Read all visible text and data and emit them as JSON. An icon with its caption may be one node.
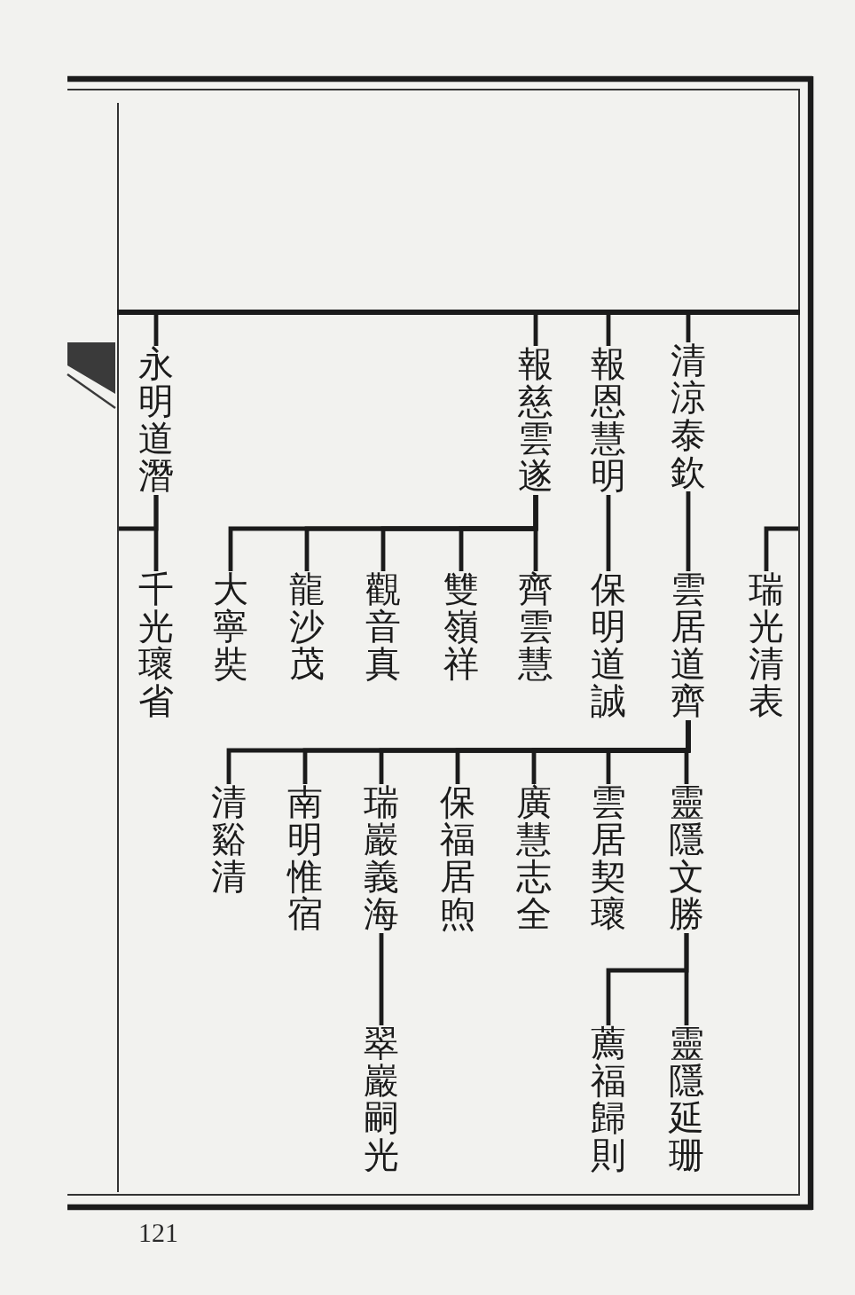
{
  "diagram": {
    "nodes": [
      {
        "text": [
          "清涼泰欽"
        ]
      },
      {
        "text": [
          "報恩慧明"
        ]
      },
      {
        "text": [
          "報慈雲遂"
        ]
      },
      {
        "text": [
          "永明道潛"
        ]
      },
      {
        "text": [
          "瑞光清表"
        ]
      },
      {
        "text": [
          "雲居道齊"
        ]
      },
      {
        "text": [
          "保明道誠"
        ]
      },
      {
        "text": [
          "齊雲慧"
        ]
      },
      {
        "text": [
          "雙嶺祥"
        ]
      },
      {
        "text": [
          "觀音真"
        ]
      },
      {
        "text": [
          "龍沙茂"
        ]
      },
      {
        "text": [
          "大寧奘"
        ]
      },
      {
        "text": [
          "千光瓌省"
        ]
      },
      {
        "text": [
          "靈隱文勝"
        ]
      },
      {
        "text": [
          "雲居契瓌"
        ]
      },
      {
        "text": [
          "廣慧志全"
        ]
      },
      {
        "text": [
          "保福居煦"
        ]
      },
      {
        "text": [
          "瑞巖義海"
        ]
      },
      {
        "text": [
          "南明惟宿"
        ]
      },
      {
        "text": [
          "清谿清"
        ]
      },
      {
        "text": [
          "靈隱延珊"
        ]
      },
      {
        "text": [
          "薦福歸則"
        ]
      },
      {
        "text": [
          "翠巖嗣光"
        ]
      }
    ],
    "edges": [
      {
        "from": null,
        "to": 0,
        "arrow": "none"
      },
      {
        "from": null,
        "to": 1,
        "arrow": "none"
      },
      {
        "from": null,
        "to": 2,
        "arrow": "none"
      },
      {
        "from": null,
        "to": 3,
        "arrow": "none"
      },
      {
        "from": null,
        "to": 4,
        "arrow": "none"
      },
      {
        "from": 0,
        "to": 5,
        "arrow": "none"
      },
      {
        "from": 1,
        "to": 6,
        "arrow": "none"
      },
      {
        "from": 2,
        "to": 7,
        "arrow": "none"
      },
      {
        "from": 2,
        "to": 8,
        "arrow": "none"
      },
      {
        "from": 2,
        "to": 9,
        "arrow": "none"
      },
      {
        "from": 2,
        "to": 10,
        "arrow": "none"
      },
      {
        "from": 2,
        "to": 11,
        "arrow": "none"
      },
      {
        "from": 3,
        "to": 12,
        "arrow": "none"
      },
      {
        "from": 3,
        "to": null,
        "arrow": "none"
      },
      {
        "from": 5,
        "to": 13,
        "arrow": "none"
      },
      {
        "from": 5,
        "to": 14,
        "arrow": "none"
      },
      {
        "from": 5,
        "to": 15,
        "arrow": "none"
      },
      {
        "from": 5,
        "to": 16,
        "arrow": "none"
      },
      {
        "from": 5,
        "to": 17,
        "arrow": "none"
      },
      {
        "from": 5,
        "to": 18,
        "arrow": "none"
      },
      {
        "from": 5,
        "to": 19,
        "arrow": "none"
      },
      {
        "from": 13,
        "to": 20,
        "arrow": "none"
      },
      {
        "from": 13,
        "to": 21,
        "arrow": "none"
      },
      {
        "from": 17,
        "to": 22,
        "arrow": "none"
      }
    ],
    "labels": [
      "121"
    ]
  }
}
